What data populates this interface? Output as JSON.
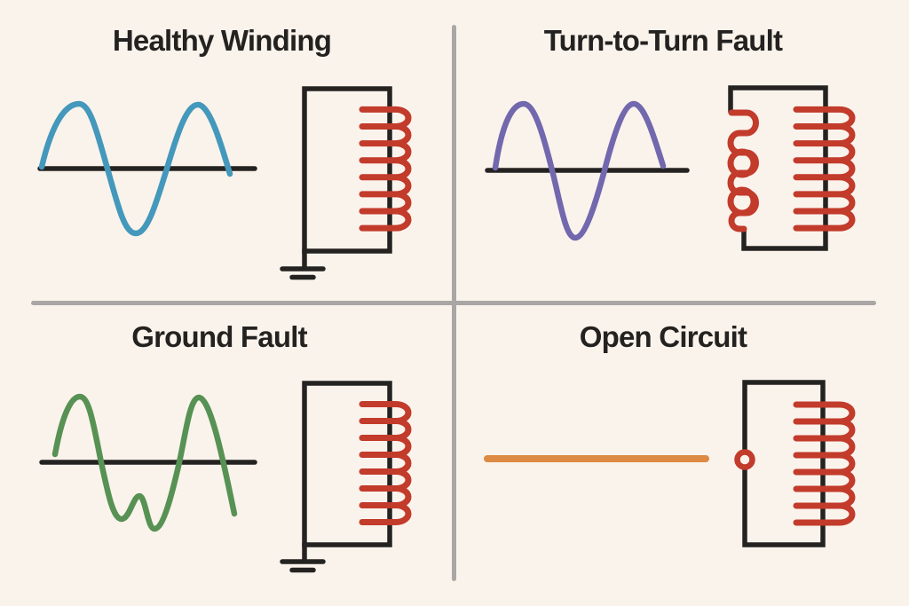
{
  "figure": {
    "kind": "fault-comparison-diagram",
    "grid": "2x2"
  },
  "colors": {
    "background": "#faf3ec",
    "ink": "#242321",
    "divider": "#a9a7a5",
    "coil_red": "#c23b2b",
    "healthy_wave": "#4498bb",
    "turn_fault_wave": "#7268ae",
    "ground_fault_wave": "#579254",
    "open_circuit_wave": "#dd8a44",
    "title_color": "#242220"
  },
  "quadrants": [
    {
      "title": "Healthy Winding",
      "wave_icon": "clean-sine-wave-icon",
      "circuit_icon": "grounded-winding-coil-icon"
    },
    {
      "title": "Turn-to-Turn Fault",
      "wave_icon": "clean-sine-wave-icon",
      "circuit_icon": "winding-with-shorted-tangled-turns-icon"
    },
    {
      "title": "Ground Fault",
      "wave_icon": "distorted-sine-wave-with-notch-icon",
      "circuit_icon": "grounded-winding-coil-icon"
    },
    {
      "title": "Open Circuit",
      "wave_icon": "flat-line-icon",
      "circuit_icon": "winding-with-open-break-point-icon"
    }
  ]
}
